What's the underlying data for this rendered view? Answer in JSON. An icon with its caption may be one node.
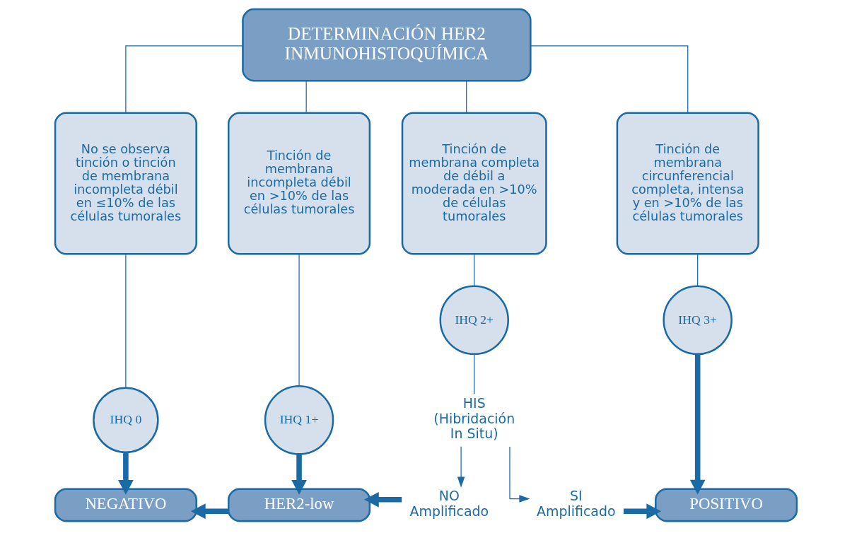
{
  "diagram": {
    "nodes": [
      {
        "text": [
          "DETERMINACIÓN HER2 INMUNOHISTOQUÍMICA"
        ]
      },
      {
        "text": [
          "No se observa tinción o tinción de membrana incompleta débil en ≤10% de las células tumorales"
        ]
      },
      {
        "text": [
          "Tinción de membrana incompleta débil en >10% de las células tumorales"
        ]
      },
      {
        "text": [
          "Tinción de membrana completa de débil a moderada en >10% de células tumorales"
        ]
      },
      {
        "text": [
          "Tinción de membrana circunferencial completa, intensa y en >10% de las células tumorales"
        ]
      },
      {
        "text": [
          "IHQ 0"
        ]
      },
      {
        "text": [
          "IHQ 1+"
        ]
      },
      {
        "text": [
          "IHQ 2+"
        ]
      },
      {
        "text": [
          "IHQ 3+"
        ]
      },
      {
        "text": [
          "HIS",
          "(Hibridación In Situ)"
        ]
      },
      {
        "text": [
          "NO Amplificado"
        ]
      },
      {
        "text": [
          "SI Amplificado"
        ]
      },
      {
        "text": [
          "NEGATIVO"
        ]
      },
      {
        "text": [
          "HER2-low"
        ]
      },
      {
        "text": [
          "POSITIVO"
        ]
      }
    ],
    "edges": [
      {
        "from": 0,
        "to": 1,
        "arrow": "none"
      },
      {
        "from": 0,
        "to": 2,
        "arrow": "none"
      },
      {
        "from": 0,
        "to": 3,
        "arrow": "none"
      },
      {
        "from": 0,
        "to": 4,
        "arrow": "none"
      },
      {
        "from": 1,
        "to": 5,
        "arrow": "none"
      },
      {
        "from": 2,
        "to": 6,
        "arrow": "none"
      },
      {
        "from": 3,
        "to": 7,
        "arrow": "none"
      },
      {
        "from": 4,
        "to": 8,
        "arrow": "none"
      },
      {
        "from": 5,
        "to": 12,
        "arrow": "to",
        "style": "thick"
      },
      {
        "from": 6,
        "to": 13,
        "arrow": "to",
        "style": "thick"
      },
      {
        "from": 7,
        "to": 9,
        "arrow": "none"
      },
      {
        "from": 8,
        "to": 14,
        "arrow": "to",
        "style": "thick"
      },
      {
        "from": 9,
        "to": 10,
        "arrow": "to"
      },
      {
        "from": 9,
        "to": 11,
        "arrow": "to"
      },
      {
        "from": 13,
        "to": 12,
        "arrow": "to",
        "style": "thick"
      },
      {
        "from": 10,
        "to": 13,
        "arrow": "to",
        "style": "thick"
      },
      {
        "from": 11,
        "to": 14,
        "arrow": "to",
        "style": "thick"
      }
    ]
  }
}
